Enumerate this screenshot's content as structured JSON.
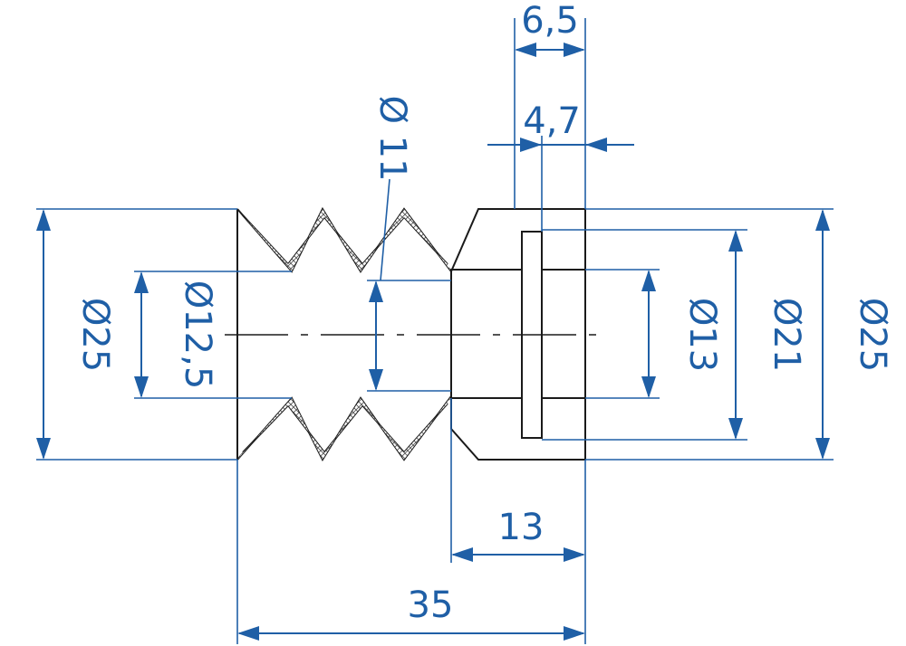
{
  "drawing": {
    "title": "",
    "dimensions": {
      "total_length": "35",
      "cup_length": "13",
      "wall_gap": "6,5",
      "slot_width": "4,7",
      "inner_dia_top": "Ø 11",
      "inner_dia_left": "Ø12,5",
      "outer_dia_left": "Ø25",
      "outer_dia_right": "Ø25",
      "dia_21": "Ø21",
      "dia_13": "Ø13"
    },
    "colors": {
      "dimension": "#1f5fa6",
      "outline": "#1a1a1a",
      "hatch": "#333333"
    }
  }
}
